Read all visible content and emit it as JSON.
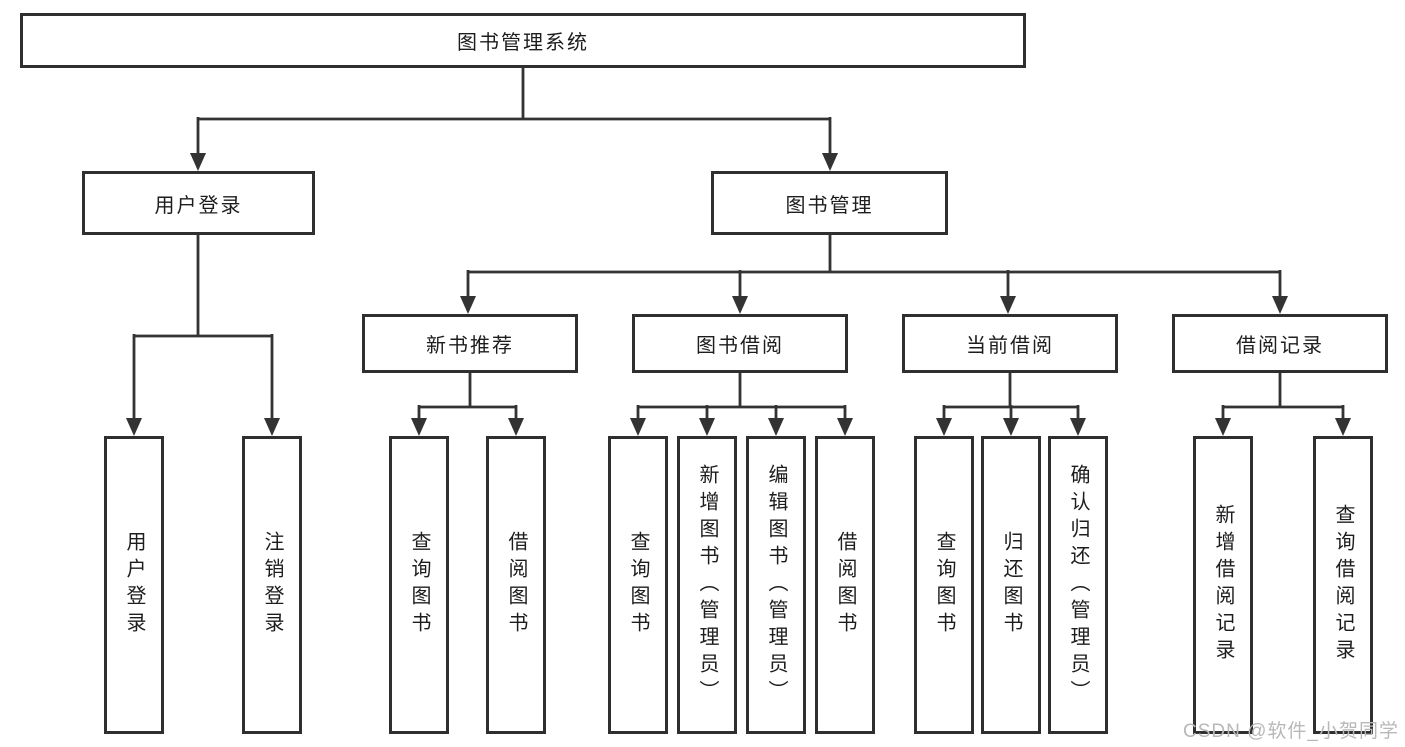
{
  "colors": {
    "line": "#333333",
    "box_border": "#2f2f2f",
    "text": "#1d1d1f",
    "watermark": "#b8b8b8",
    "bg": "#ffffff"
  },
  "tree": {
    "root": "图书管理系统",
    "branches": [
      {
        "label": "用户登录",
        "children": [
          "用户登录",
          "注销登录"
        ]
      },
      {
        "label": "图书管理",
        "groups": [
          {
            "label": "新书推荐",
            "children": [
              "查询图书",
              "借阅图书"
            ]
          },
          {
            "label": "图书借阅",
            "children": [
              "查询图书",
              "新增图书（管理员）",
              "编辑图书（管理员）",
              "借阅图书"
            ]
          },
          {
            "label": "当前借阅",
            "children": [
              "查询图书",
              "归还图书",
              "确认归还（管理员）"
            ]
          },
          {
            "label": "借阅记录",
            "children": [
              "新增借阅记录",
              "查询借阅记录"
            ]
          }
        ]
      }
    ]
  },
  "watermark": "CSDN @软件_小贺同学"
}
